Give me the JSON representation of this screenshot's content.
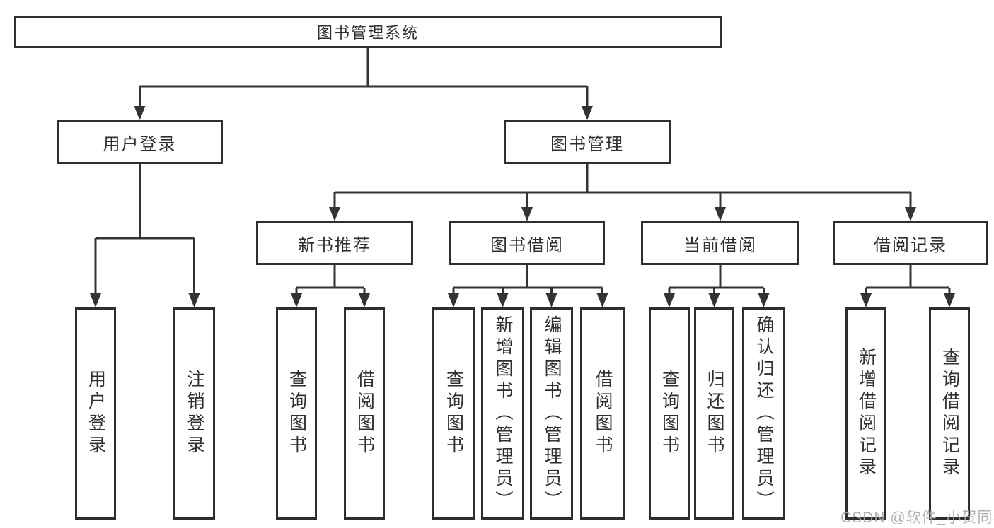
{
  "org_tree": {
    "root": {
      "label": "图书管理系统"
    },
    "children": [
      {
        "label": "用户登录",
        "children": [
          {
            "label": "用户登录"
          },
          {
            "label": "注销登录"
          }
        ]
      },
      {
        "label": "图书管理",
        "children": [
          {
            "label": "新书推荐",
            "children": [
              {
                "label": "查询图书"
              },
              {
                "label": "借阅图书"
              }
            ]
          },
          {
            "label": "图书借阅",
            "children": [
              {
                "label": "查询图书"
              },
              {
                "label": "新增图书（管理员）"
              },
              {
                "label": "编辑图书（管理员）"
              },
              {
                "label": "借阅图书"
              }
            ]
          },
          {
            "label": "当前借阅",
            "children": [
              {
                "label": "查询图书"
              },
              {
                "label": "归还图书"
              },
              {
                "label": "确认归还（管理员）"
              }
            ]
          },
          {
            "label": "借阅记录",
            "children": [
              {
                "label": "新增借阅记录"
              },
              {
                "label": "查询借阅记录"
              }
            ]
          }
        ]
      }
    ]
  },
  "watermark": "CSDN @软件_小贺同学",
  "colors": {
    "line": "#333333",
    "border": "#2e2e2e",
    "text": "#2f2f2f",
    "watermark": "#a9a9a9",
    "background": "#ffffff"
  }
}
